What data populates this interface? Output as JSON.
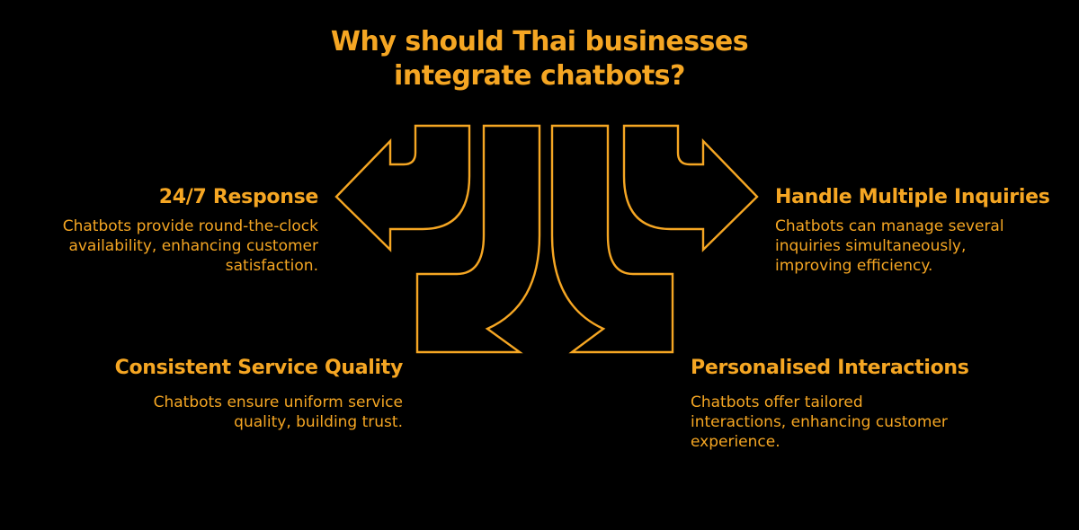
{
  "title": {
    "line1": "Why should Thai businesses",
    "line2": "integrate chatbots?"
  },
  "items": [
    {
      "heading": "24/7 Response",
      "desc_lines": [
        "Chatbots provide round-the-clock",
        "availability, enhancing customer",
        "satisfaction."
      ]
    },
    {
      "heading": "Consistent Service Quality",
      "desc_lines": [
        "Chatbots ensure uniform service",
        "quality, building trust."
      ]
    },
    {
      "heading": "Handle Multiple Inquiries",
      "desc_lines": [
        "Chatbots can manage several",
        "inquiries simultaneously,",
        "improving efficiency."
      ]
    },
    {
      "heading": "Personalised Interactions",
      "desc_lines": [
        "Chatbots offer tailored",
        "interactions, enhancing customer",
        "experience."
      ]
    }
  ],
  "colors": {
    "background": "#000000",
    "accent": "#F5A623"
  }
}
